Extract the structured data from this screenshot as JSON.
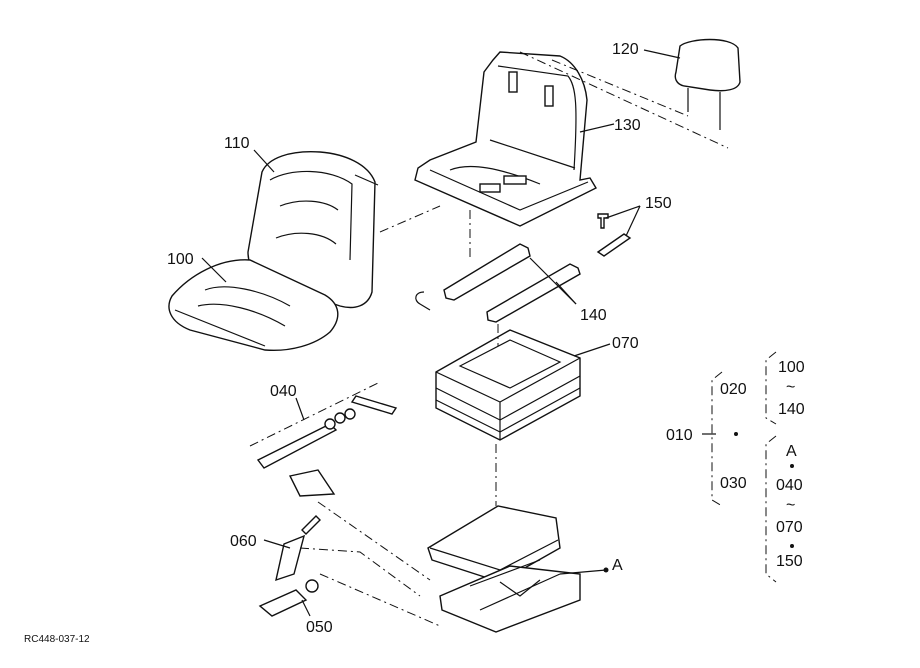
{
  "figure_code": "RC448-037-12",
  "callouts": {
    "p100": "100",
    "p110": "110",
    "p120": "120",
    "p130": "130",
    "p140": "140",
    "p150": "150",
    "p070": "070",
    "p040": "040",
    "p060": "060",
    "p050": "050",
    "ref_a": "A"
  },
  "legend": {
    "root": "010",
    "g1": "020",
    "g1_from": "100",
    "g1_tilde": "~",
    "g1_to": "140",
    "g2": "030",
    "g2_ref": "A",
    "g2_a": "040",
    "g2_tilde": "~",
    "g2_b": "070",
    "g2_c": "150"
  }
}
